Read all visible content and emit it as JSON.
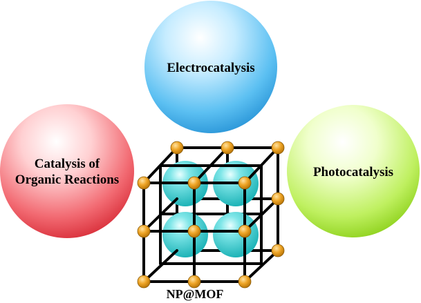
{
  "spheres": {
    "electrocatalysis": {
      "label": "Electrocatalysis",
      "color": "#3aa8e6"
    },
    "organic": {
      "label_line1": "Catalysis of",
      "label_line2": "Organic Reactions",
      "color": "#e8404a"
    },
    "photocatalysis": {
      "label": "Photocatalysis",
      "color": "#a8e036"
    }
  },
  "framework": {
    "caption": "NP@MOF",
    "node_color": "#e49a12",
    "nanoparticle_color": "#2ec9cc",
    "strut_color": "#000000"
  }
}
